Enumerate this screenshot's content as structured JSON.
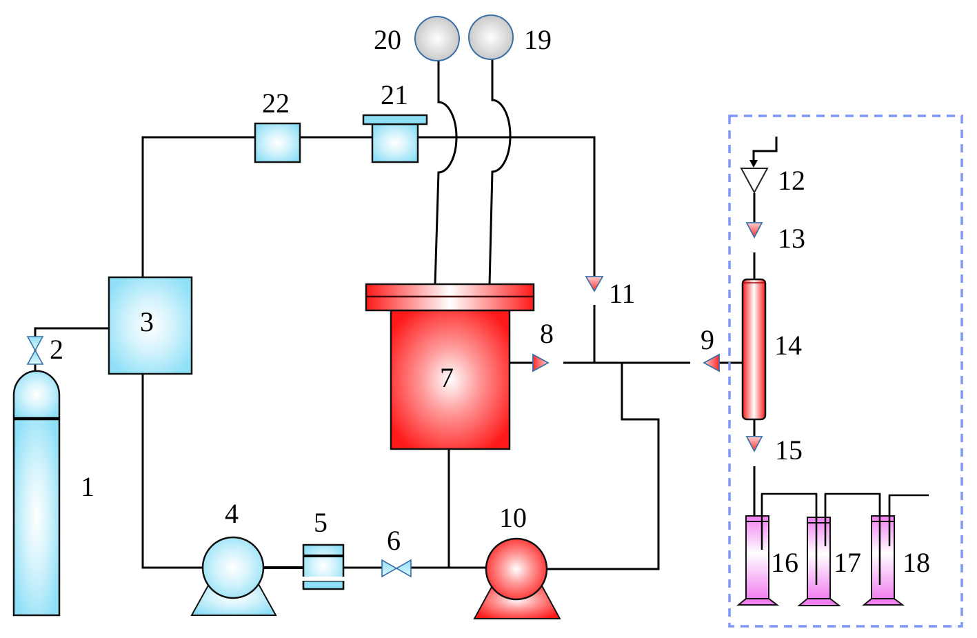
{
  "diagram": {
    "type": "process-flow-schematic",
    "colors": {
      "blue_equipment": "#8fe0f7",
      "red_equipment": "#ff1a1a",
      "magenta_vessel": "#f07ff0",
      "gauge_gray": "#c8c8c8",
      "boundary_dashed": "#7f96f5",
      "pipe": "#000000"
    },
    "components": [
      {
        "id": "1",
        "label": "1",
        "kind": "gas-cylinder"
      },
      {
        "id": "2",
        "label": "2",
        "kind": "valve"
      },
      {
        "id": "3",
        "label": "3",
        "kind": "tank"
      },
      {
        "id": "4",
        "label": "4",
        "kind": "pump"
      },
      {
        "id": "5",
        "label": "5",
        "kind": "filter"
      },
      {
        "id": "6",
        "label": "6",
        "kind": "valve"
      },
      {
        "id": "7",
        "label": "7",
        "kind": "reactor-vessel"
      },
      {
        "id": "8",
        "label": "8",
        "kind": "valve"
      },
      {
        "id": "9",
        "label": "9",
        "kind": "valve"
      },
      {
        "id": "10",
        "label": "10",
        "kind": "pump"
      },
      {
        "id": "11",
        "label": "11",
        "kind": "valve"
      },
      {
        "id": "12",
        "label": "12",
        "kind": "funnel-inlet"
      },
      {
        "id": "13",
        "label": "13",
        "kind": "valve"
      },
      {
        "id": "14",
        "label": "14",
        "kind": "column"
      },
      {
        "id": "15",
        "label": "15",
        "kind": "valve"
      },
      {
        "id": "16",
        "label": "16",
        "kind": "gas-washing-bottle"
      },
      {
        "id": "17",
        "label": "17",
        "kind": "gas-washing-bottle"
      },
      {
        "id": "18",
        "label": "18",
        "kind": "gas-washing-bottle"
      },
      {
        "id": "19",
        "label": "19",
        "kind": "pressure-gauge"
      },
      {
        "id": "20",
        "label": "20",
        "kind": "pressure-gauge"
      },
      {
        "id": "21",
        "label": "21",
        "kind": "flow-meter"
      },
      {
        "id": "22",
        "label": "22",
        "kind": "filter"
      }
    ]
  }
}
